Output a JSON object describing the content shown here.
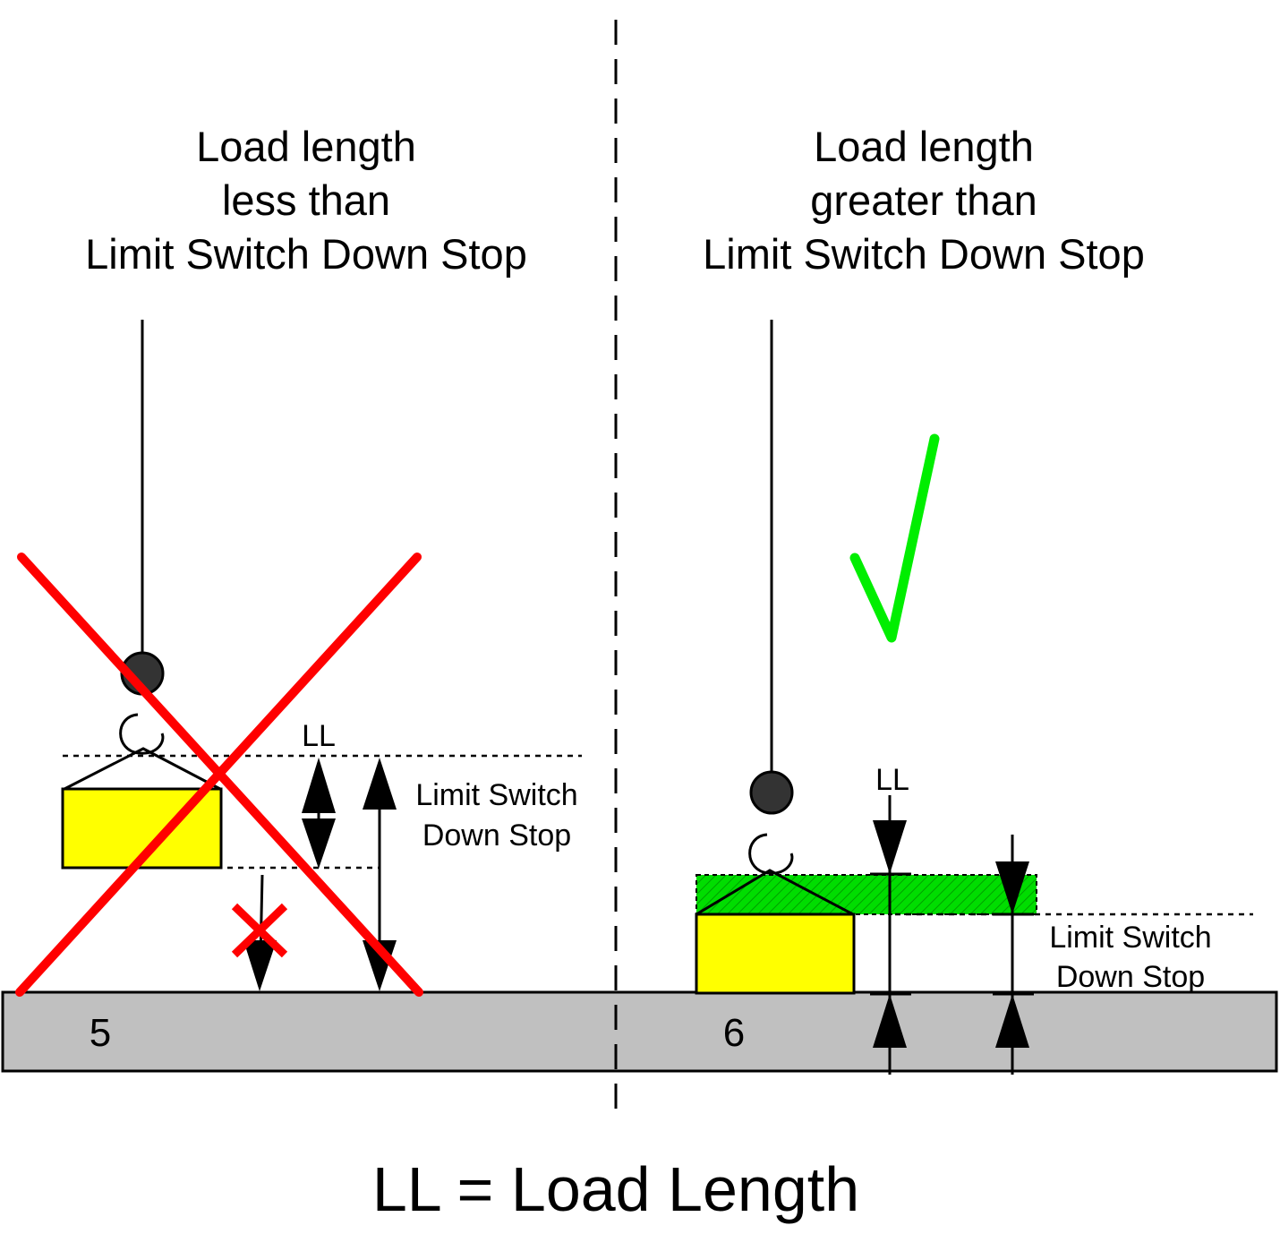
{
  "left_panel": {
    "title_lines": [
      "Load length",
      "less than",
      "Limit Switch Down Stop"
    ],
    "ll_label": "LL",
    "limit_label_lines": [
      "Limit Switch",
      "Down Stop"
    ],
    "floor_number": "5"
  },
  "right_panel": {
    "title_lines": [
      "Load length",
      "greater than",
      "Limit Switch Down Stop"
    ],
    "ll_label": "LL",
    "limit_label_lines": [
      "Limit Switch",
      "Down Stop"
    ],
    "floor_number": "6"
  },
  "footer": {
    "legend": "LL = Load Length"
  },
  "colors": {
    "floor": "#c0c0c0",
    "load": "#ffff00",
    "load_extension": "#00dd00",
    "cross": "#ff0000",
    "check": "#00ee00",
    "hook_ball": "#333333"
  },
  "icons": {
    "left_status": "red-cross-icon",
    "right_status": "green-check-icon",
    "small_status": "small-red-x-icon"
  }
}
